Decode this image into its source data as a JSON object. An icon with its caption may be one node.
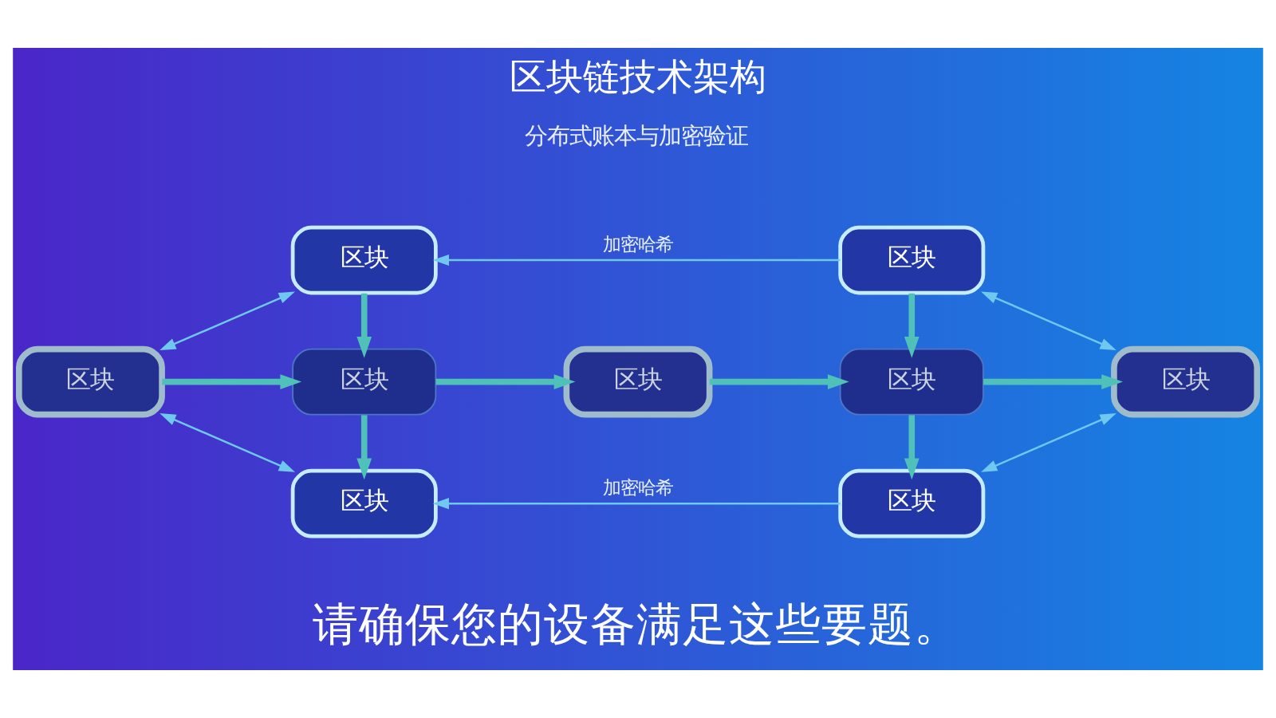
{
  "diagram": {
    "title": "区块链技术架构",
    "nodes": [
      {
        "text": [
          "区块"
        ]
      },
      {
        "text": [
          "区块"
        ]
      },
      {
        "text": [
          "区块"
        ]
      },
      {
        "text": [
          "区块"
        ]
      },
      {
        "text": [
          "区块"
        ]
      },
      {
        "text": [
          "区块"
        ]
      },
      {
        "text": [
          "区块"
        ]
      },
      {
        "text": [
          "区块"
        ]
      },
      {
        "text": [
          "区块"
        ]
      }
    ],
    "edges": [
      {
        "from": 1,
        "to": 0,
        "arrow": "to",
        "label": "加密哈希",
        "color": "#6fc8f0"
      },
      {
        "from": 0,
        "to": 2,
        "arrow": "both",
        "color": "#6fc8f0"
      },
      {
        "from": 1,
        "to": 6,
        "arrow": "both",
        "color": "#6fc8f0"
      },
      {
        "from": 0,
        "to": 3,
        "arrow": "to"
      },
      {
        "from": 1,
        "to": 5,
        "arrow": "to"
      },
      {
        "from": 2,
        "to": 3,
        "arrow": "to"
      },
      {
        "from": 3,
        "to": 4,
        "arrow": "to"
      },
      {
        "from": 4,
        "to": 5,
        "arrow": "to"
      },
      {
        "from": 5,
        "to": 6,
        "arrow": "to"
      },
      {
        "from": 3,
        "to": 7,
        "arrow": "to"
      },
      {
        "from": 5,
        "to": 8,
        "arrow": "to"
      },
      {
        "from": 2,
        "to": 7,
        "arrow": "both",
        "color": "#6fc8f0"
      },
      {
        "from": 6,
        "to": 8,
        "arrow": "both",
        "color": "#6fc8f0"
      },
      {
        "from": 8,
        "to": 7,
        "arrow": "to",
        "label": "加密哈希",
        "color": "#6fc8f0"
      }
    ],
    "labels": [
      "分布式账本与加密验证",
      "请确保您的设备满足这些要题。"
    ]
  }
}
